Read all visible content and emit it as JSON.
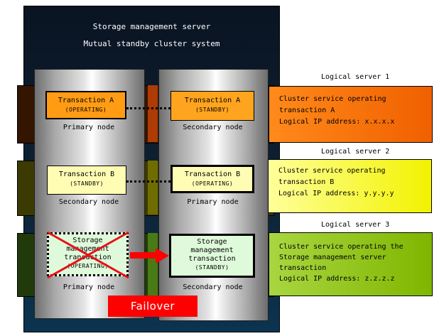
{
  "server": {
    "title": "Storage management server",
    "subtitle": "Mutual standby cluster system"
  },
  "logical_servers": [
    {
      "label": "Logical server 1",
      "line1": "Cluster service operating",
      "line2": "transaction A",
      "line3": "Logical IP address: x.x.x.x",
      "color": "#f47010"
    },
    {
      "label": "Logical server 2",
      "line1": "Cluster service operating",
      "line2": "transaction B",
      "line3": "Logical IP address: y.y.y.y",
      "color": "#f7f500"
    },
    {
      "label": "Logical server 3",
      "line1": "Cluster service operating the",
      "line2": "Storage management server",
      "line3": "transaction",
      "line4": "Logical IP address: z.z.z.z",
      "color": "#8cc21a"
    }
  ],
  "left_column": {
    "tx_a": {
      "name": "Transaction A",
      "state": "(OPERATING)",
      "node": "Primary node"
    },
    "tx_b": {
      "name": "Transaction B",
      "state": "(STANDBY)",
      "node": "Secondary node"
    },
    "tx_s": {
      "line1": "Storage",
      "line2": "management",
      "line3": "transaction",
      "state": "(OPERATING)",
      "node": "Primary node"
    }
  },
  "right_column": {
    "tx_a": {
      "name": "Transaction A",
      "state": "(STANDBY)",
      "node": "Secondary node"
    },
    "tx_b": {
      "name": "Transaction B",
      "state": "(OPERATING)",
      "node": "Primary node"
    },
    "tx_s": {
      "line1": "Storage",
      "line2": "management",
      "line3": "transaction",
      "state": "(STANDBY)",
      "node": "Secondary node"
    }
  },
  "failover": {
    "label": "Failover",
    "color": "#ff0000"
  }
}
